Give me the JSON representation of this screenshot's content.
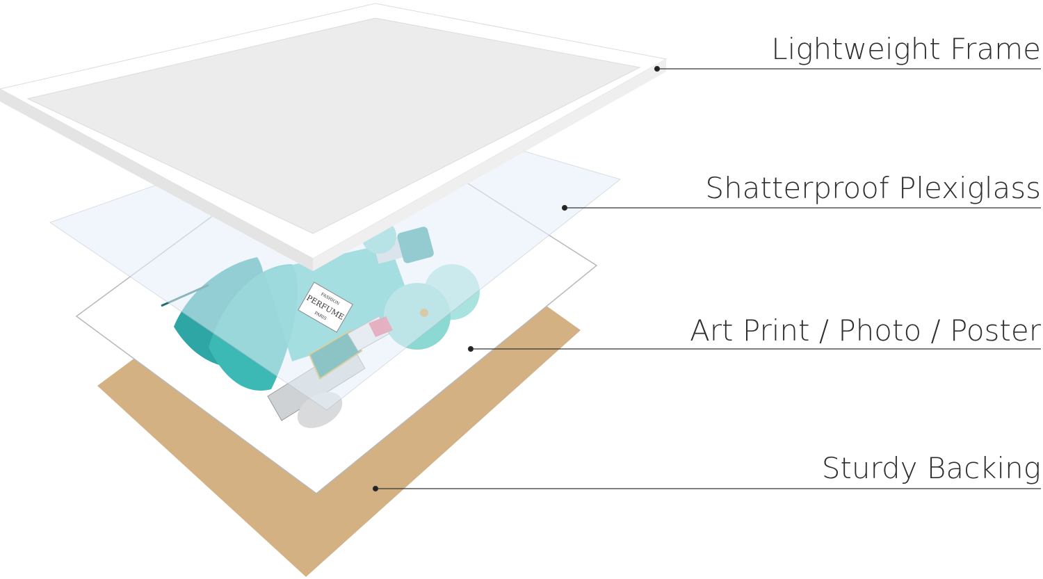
{
  "labels": {
    "frame": "Lightweight Frame",
    "plexiglass": "Shatterproof Plexiglass",
    "print": "Art Print / Photo / Poster",
    "backing": "Sturdy Backing"
  },
  "artwork": {
    "line1": "FASHION",
    "line2": "PERFUME",
    "line3": "PARIS"
  },
  "colors": {
    "frame": "#ffffff",
    "plexiglass": "#e6f0fa",
    "backing": "#d3b183",
    "teal": "#3fb8b4",
    "leader": "#333333"
  }
}
